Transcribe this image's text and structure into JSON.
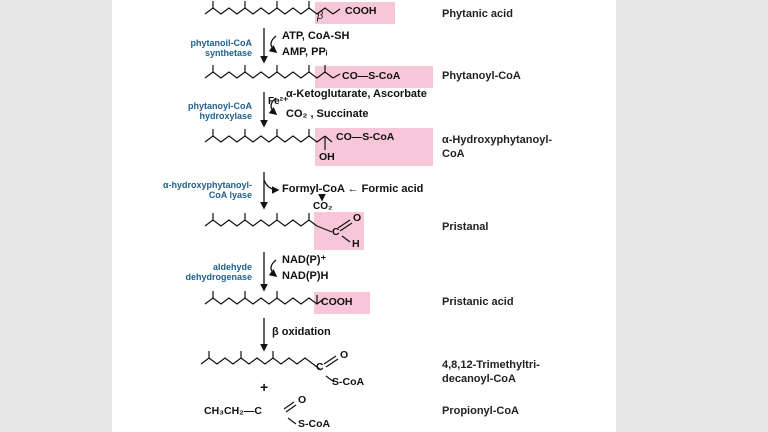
{
  "colors": {
    "highlight": "#f7c6d9",
    "enzyme": "#1f5f8b",
    "text": "#111111",
    "background": "#e6e6e6",
    "slide": "#ffffff"
  },
  "compounds": [
    {
      "name": "Phytanic acid",
      "group": "COOH",
      "marker": "β"
    },
    {
      "name": "Phytanoyl-CoA",
      "group": "CO—S-CoA"
    },
    {
      "name": "α-Hydroxyphytanoyl-CoA",
      "name_line1": "α-Hydroxyphytanoyl-",
      "name_line2": "CoA",
      "group": "CO—S-CoA",
      "oh": "OH"
    },
    {
      "name": "Pristanal",
      "o": "O",
      "c": "C",
      "h": "H"
    },
    {
      "name": "Pristanic acid",
      "group": "COOH"
    },
    {
      "name": "4,8,12-Trimethyltridecanoyl-CoA",
      "name_line1": "4,8,12-Trimethyltri-",
      "name_line2": "decanoyl-CoA",
      "o": "O",
      "c": "C",
      "s": "S-CoA"
    },
    {
      "name": "Propionyl-CoA",
      "formula": "CH₃CH₂—C",
      "o": "O",
      "s": "S-CoA"
    }
  ],
  "plus": "+",
  "steps": [
    {
      "enzyme_line1": "phytanoil-CoA",
      "enzyme_line2": "synthetase",
      "in": "ATP, CoA-SH",
      "out": "AMP, PPᵢ"
    },
    {
      "enzyme_line1": "phytanoyl-CoA",
      "enzyme_line2": "hydroxylase",
      "cofactor": "Fe²⁺",
      "in": "α-Ketoglutarate, Ascorbate",
      "out": "CO₂ , Succinate"
    },
    {
      "enzyme_line1": "α-hydroxyphytanoyl-",
      "enzyme_line2": "CoA lyase",
      "out": "Formyl-CoA ← Formic acid",
      "co2": "CO₂"
    },
    {
      "enzyme_line1": "aldehyde",
      "enzyme_line2": "dehydrogenase",
      "in": "NAD(P)⁺",
      "out": "NAD(P)H"
    },
    {
      "label": "β oxidation"
    }
  ]
}
